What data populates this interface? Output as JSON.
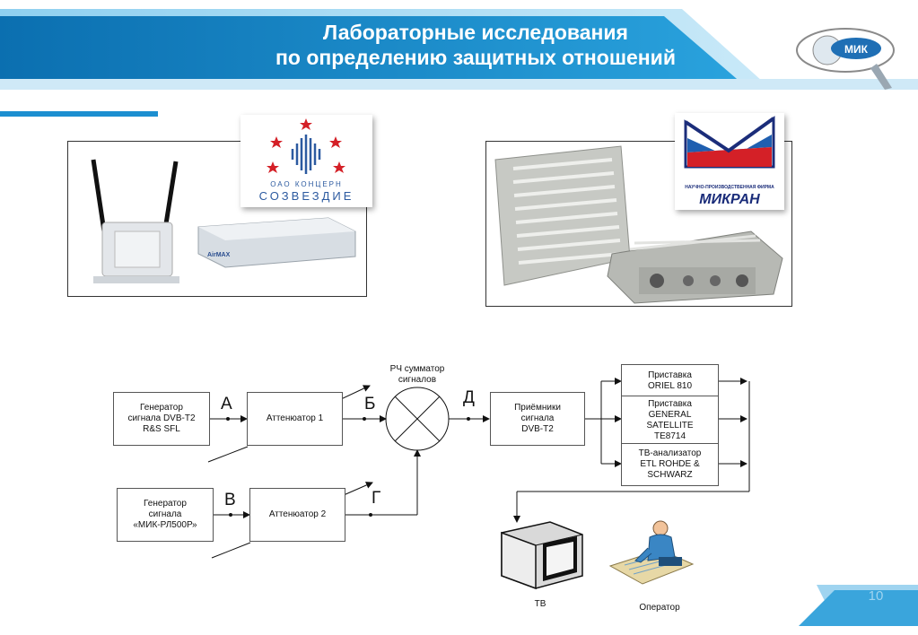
{
  "header": {
    "title_line1": "Лабораторные исследования",
    "title_line2": "по определению защитных отношений",
    "logo_text": "МИК"
  },
  "photos": {
    "left_logo_top": "ОАО КОНЦЕРН",
    "left_logo_bottom": "СОЗВЕЗДИЕ",
    "left_device_label": "AirMAX",
    "right_logo_top": "НАУЧНО-ПРОИЗВОДСТВЕННАЯ ФИРМА",
    "right_logo_bottom": "МИКРАН"
  },
  "diagram": {
    "gen1": [
      "Генератор",
      "сигнала DVB-T2",
      "R&S SFL"
    ],
    "gen2": [
      "Генератор",
      "сигнала",
      "«МИК-РЛ500Р»"
    ],
    "att1": "Аттенюатор 1",
    "att2": "Аттенюатор 2",
    "combiner": [
      "РЧ сумматор",
      "сигналов"
    ],
    "receivers": [
      "Приёмники",
      "сигнала",
      "DVB-T2"
    ],
    "box1": [
      "Приставка",
      "ORIEL 810"
    ],
    "box2": [
      "Приставка",
      "GENERAL",
      "SATELLITE",
      "TE8714"
    ],
    "box3": [
      "ТВ-анализатор",
      "ETL ROHDE &",
      "SCHWARZ"
    ],
    "points": {
      "a": "А",
      "b": "Б",
      "v": "В",
      "g": "Г",
      "d": "Д"
    },
    "tv_label": "ТВ",
    "operator_label": "Оператор"
  },
  "footer": {
    "page_number": "10"
  },
  "colors": {
    "banner": "#1e8fcd",
    "banner_light": "#5fb8e6",
    "accent_red": "#d42027"
  }
}
